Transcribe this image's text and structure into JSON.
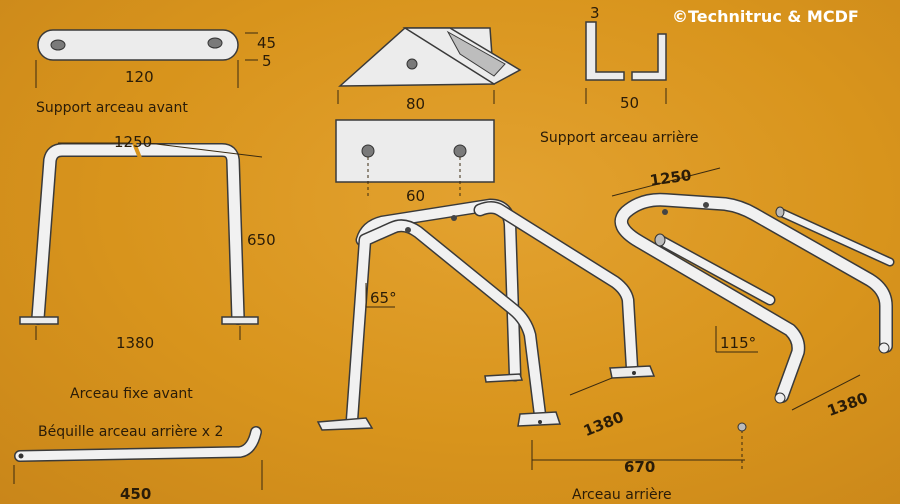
{
  "copyright": "©Technitruc & MCDF",
  "support_avant": {
    "caption": "Support arceau avant",
    "dims": {
      "length": "120",
      "width": "45",
      "thickness": "5"
    }
  },
  "support_arriere": {
    "caption": "Support arceau arrière",
    "dims": {
      "side_length": "80",
      "hole_spacing": "60",
      "channel_width": "50",
      "thickness": "3"
    }
  },
  "arceau_avant": {
    "caption": "Arceau fixe avant",
    "dims": {
      "tube_length": "1250",
      "height": "650",
      "base_width": "1380"
    }
  },
  "bequille": {
    "caption": "Béquille arceau arrière x 2",
    "dims": {
      "length": "450"
    }
  },
  "arceau_arriere": {
    "caption": "Arceau arrière",
    "dims": {
      "angle_front": "65°",
      "angle_rear": "115°",
      "length_left": "1380",
      "length_right": "1380",
      "tube_length": "1250",
      "depth": "670"
    }
  },
  "colors": {
    "background": "#d8941c",
    "metal": "#ececec",
    "outline": "#3a3a3a"
  }
}
